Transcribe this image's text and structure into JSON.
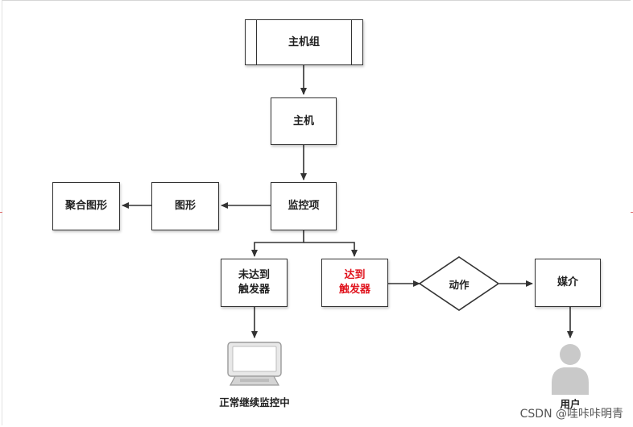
{
  "diagram": {
    "host_group": "主机组",
    "host": "主机",
    "item": "监控项",
    "graph": "图形",
    "aggregate_graph": "聚合图形",
    "not_triggered": "未达到\n触发器",
    "triggered": "达到\n触发器",
    "action": "动作",
    "media": "媒介",
    "keep_monitoring": "正常继续监控中",
    "user": "用户"
  },
  "colors": {
    "line": "#333333",
    "highlight_text": "#e0141e",
    "icon_gray": "#c9c9c9"
  },
  "watermark": "CSDN @哇咔咔明青"
}
